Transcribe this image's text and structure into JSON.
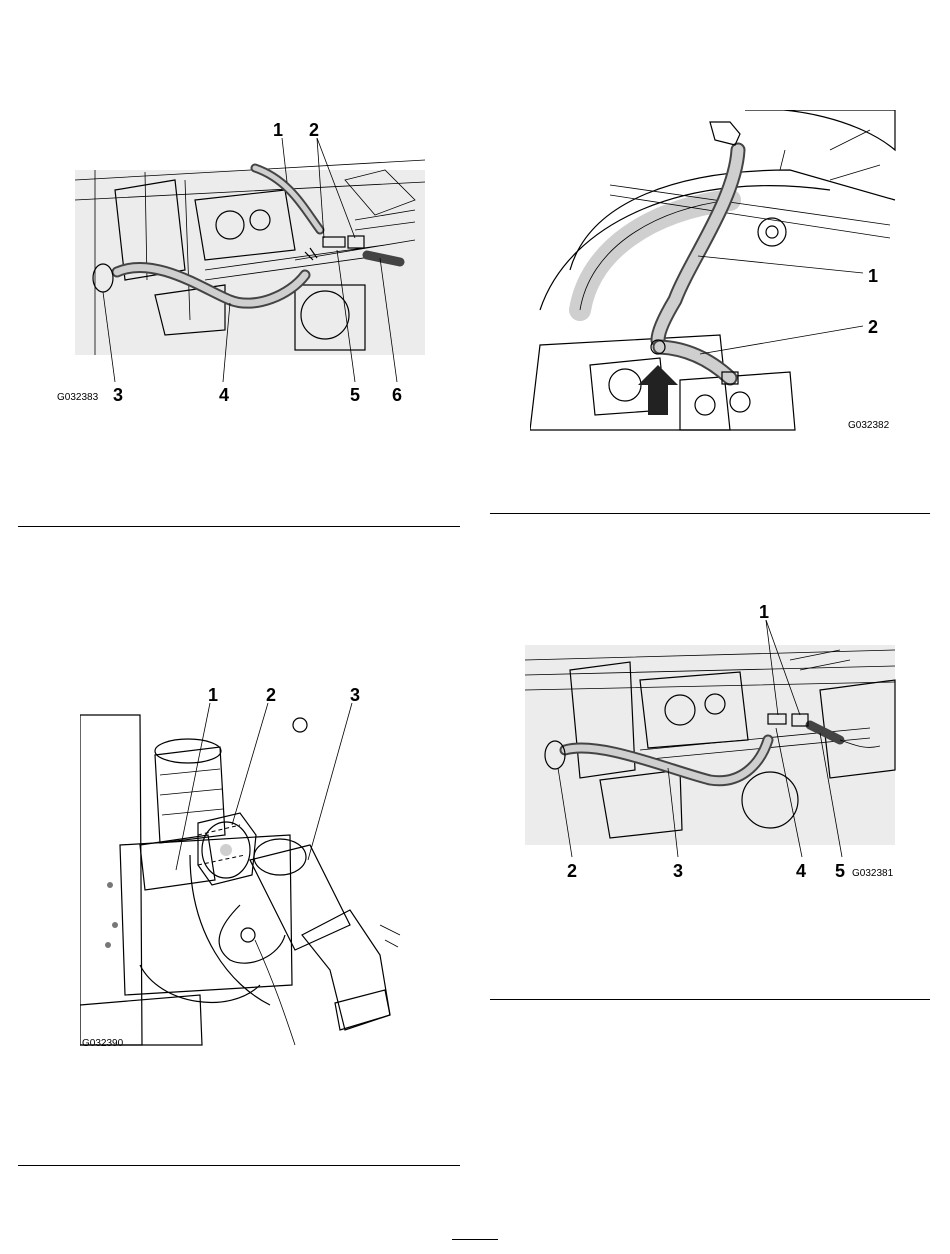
{
  "figures": [
    {
      "id": "G032383",
      "callouts": [
        "1",
        "2",
        "3",
        "4",
        "5",
        "6"
      ]
    },
    {
      "id": "G032382",
      "callouts": [
        "1",
        "2"
      ]
    },
    {
      "id": "G032390",
      "callouts": [
        "1",
        "2",
        "3"
      ]
    },
    {
      "id": "G032381",
      "callouts": [
        "1",
        "2",
        "3",
        "4",
        "5"
      ]
    }
  ]
}
